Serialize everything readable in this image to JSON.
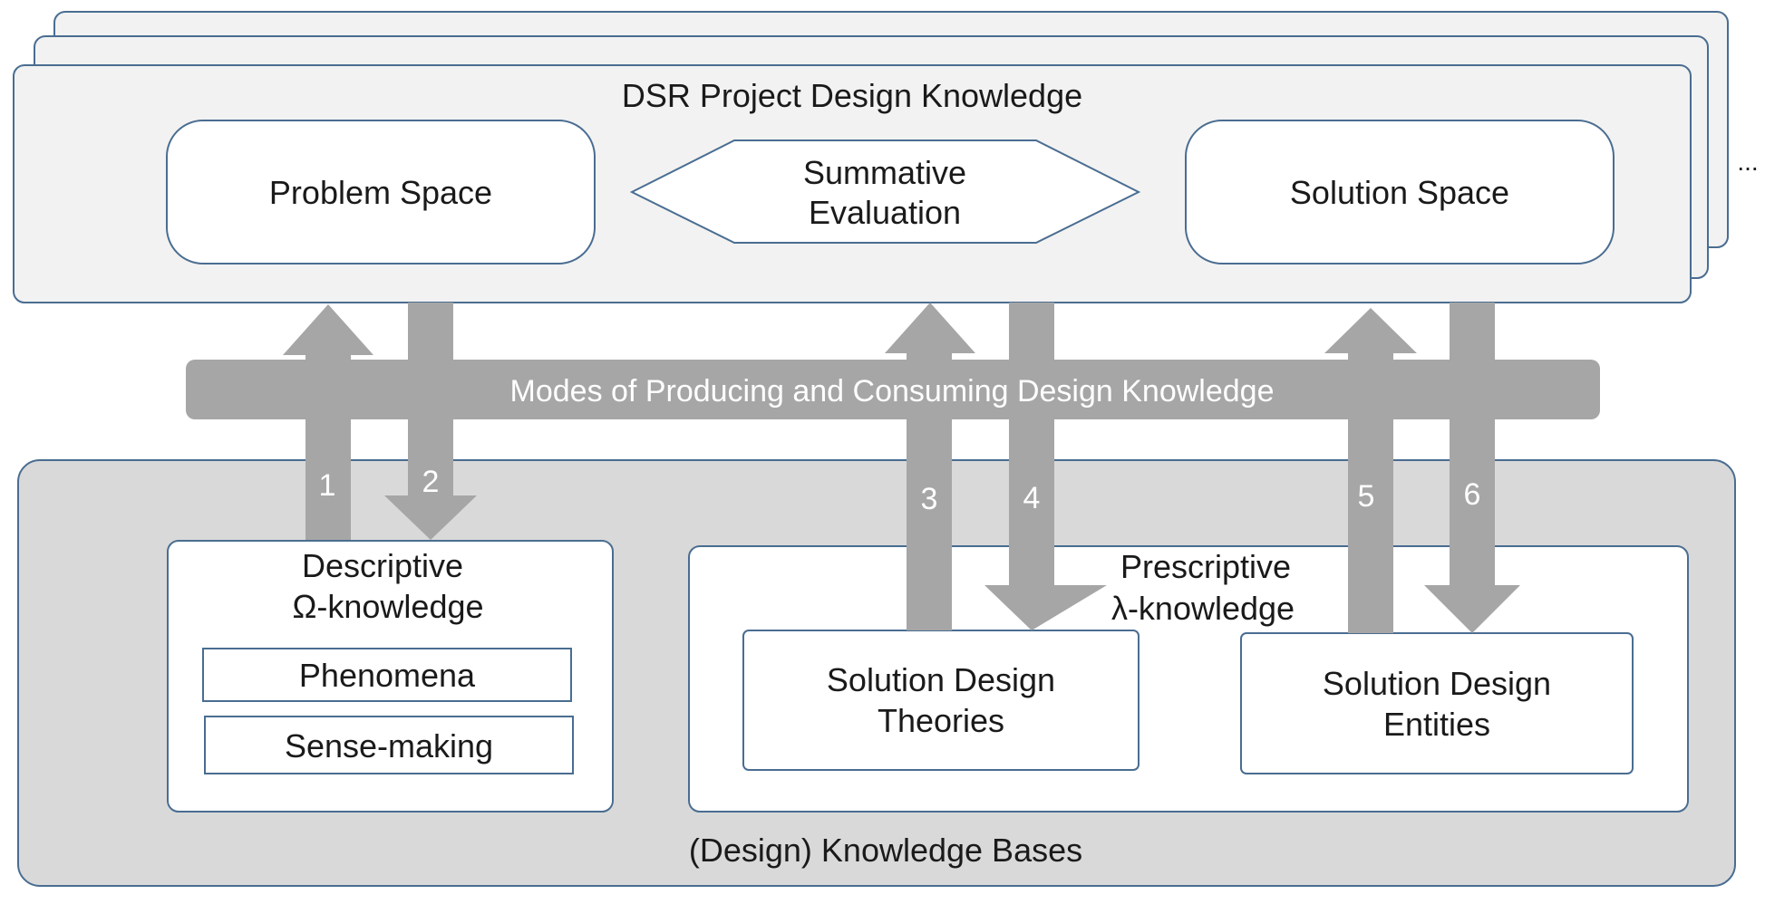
{
  "project": {
    "title": "DSR Project Design Knowledge",
    "ellipsis": "...",
    "problem_space": "Problem Space",
    "summative_evaluation": [
      "Summative",
      "Evaluation"
    ],
    "solution_space": "Solution Space"
  },
  "modes_band": "Modes of Producing and Consuming Design Knowledge",
  "arrows": [
    "1",
    "2",
    "3",
    "4",
    "5",
    "6"
  ],
  "knowledge_bases": {
    "title": "(Design) Knowledge Bases",
    "descriptive": {
      "title": [
        "Descriptive",
        "Ω-knowledge"
      ],
      "items": [
        "Phenomena",
        "Sense-making"
      ]
    },
    "prescriptive": {
      "title": [
        "Prescriptive",
        "λ-knowledge"
      ],
      "theories": [
        "Solution Design",
        "Theories"
      ],
      "entities": [
        "Solution Design",
        "Entities"
      ]
    }
  },
  "colors": {
    "panel_fill": "#f2f2f2",
    "kb_fill": "#d9d9d9",
    "border": "#4a6d91",
    "arrow_gray": "#a6a6a6"
  }
}
